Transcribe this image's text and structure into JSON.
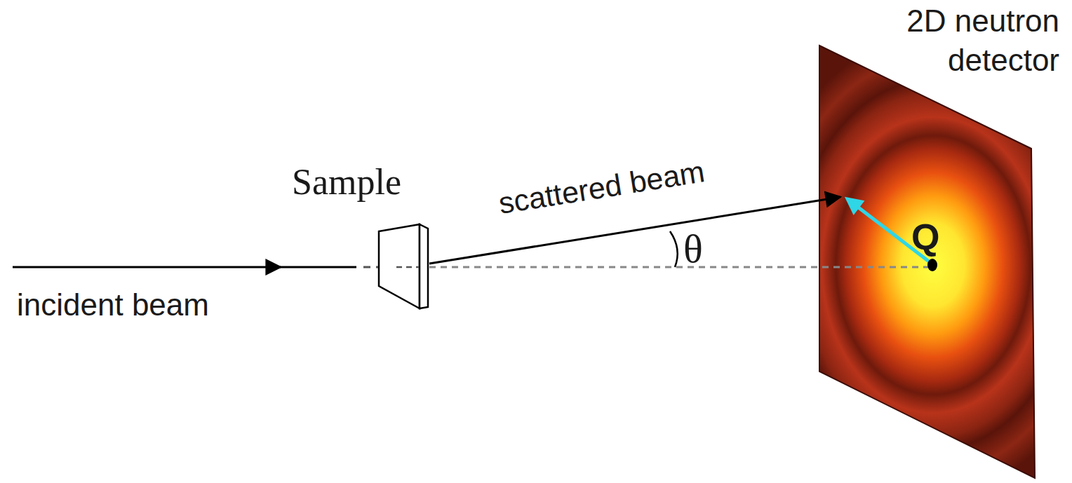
{
  "diagram": {
    "labels": [
      "2D neutron detector",
      "Sample",
      "scattered beam",
      "θ",
      "Q",
      "incident beam"
    ]
  }
}
